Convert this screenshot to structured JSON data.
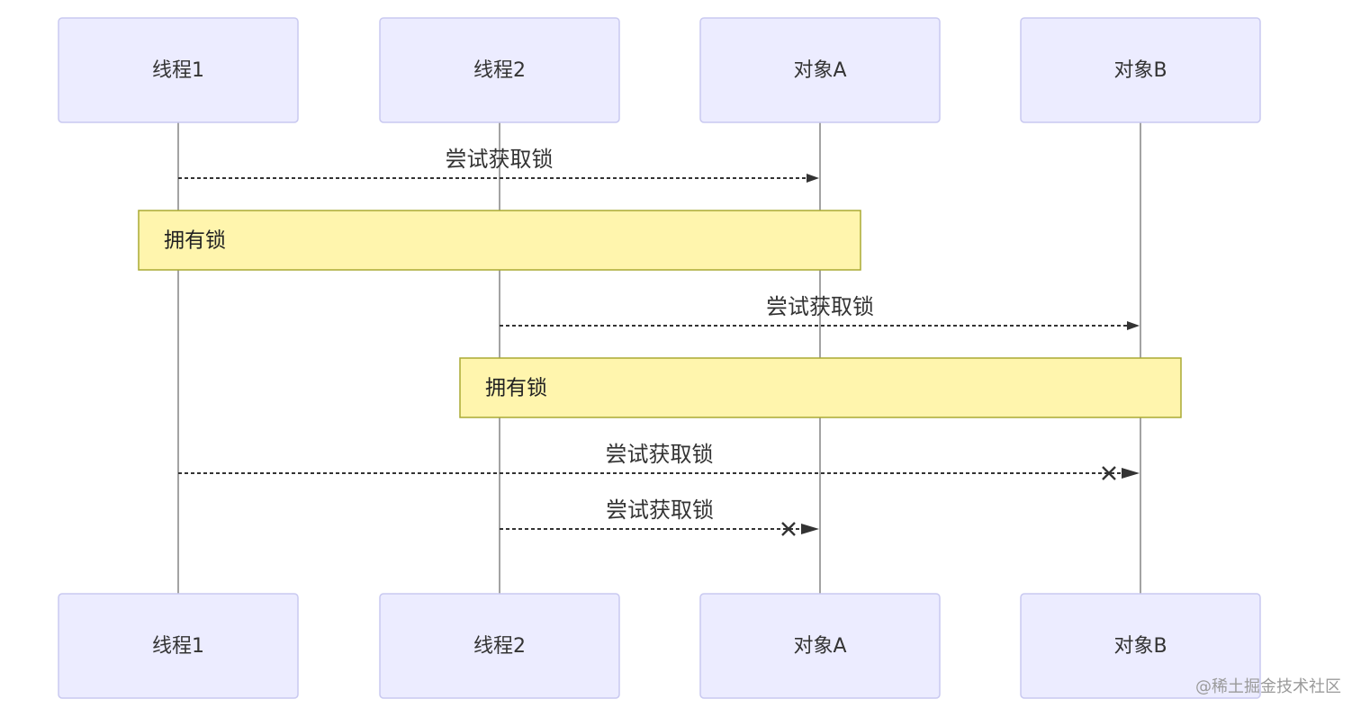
{
  "diagram": {
    "participants": [
      {
        "id": "t1",
        "label": "线程1"
      },
      {
        "id": "t2",
        "label": "线程2"
      },
      {
        "id": "a",
        "label": "对象A"
      },
      {
        "id": "b",
        "label": "对象B"
      }
    ],
    "events": [
      {
        "kind": "message",
        "from": "t1",
        "to": "a",
        "label": "尝试获取锁",
        "style": "dotted-arrow"
      },
      {
        "kind": "note",
        "over": [
          "t1",
          "a"
        ],
        "label": "拥有锁"
      },
      {
        "kind": "message",
        "from": "t2",
        "to": "b",
        "label": "尝试获取锁",
        "style": "dotted-arrow"
      },
      {
        "kind": "note",
        "over": [
          "t2",
          "b"
        ],
        "label": "拥有锁"
      },
      {
        "kind": "message",
        "from": "t1",
        "to": "b",
        "label": "尝试获取锁",
        "style": "dotted-cross"
      },
      {
        "kind": "message",
        "from": "t2",
        "to": "a",
        "label": "尝试获取锁",
        "style": "dotted-cross"
      }
    ]
  },
  "footer": {
    "watermark": "@稀土掘金技术社区"
  }
}
